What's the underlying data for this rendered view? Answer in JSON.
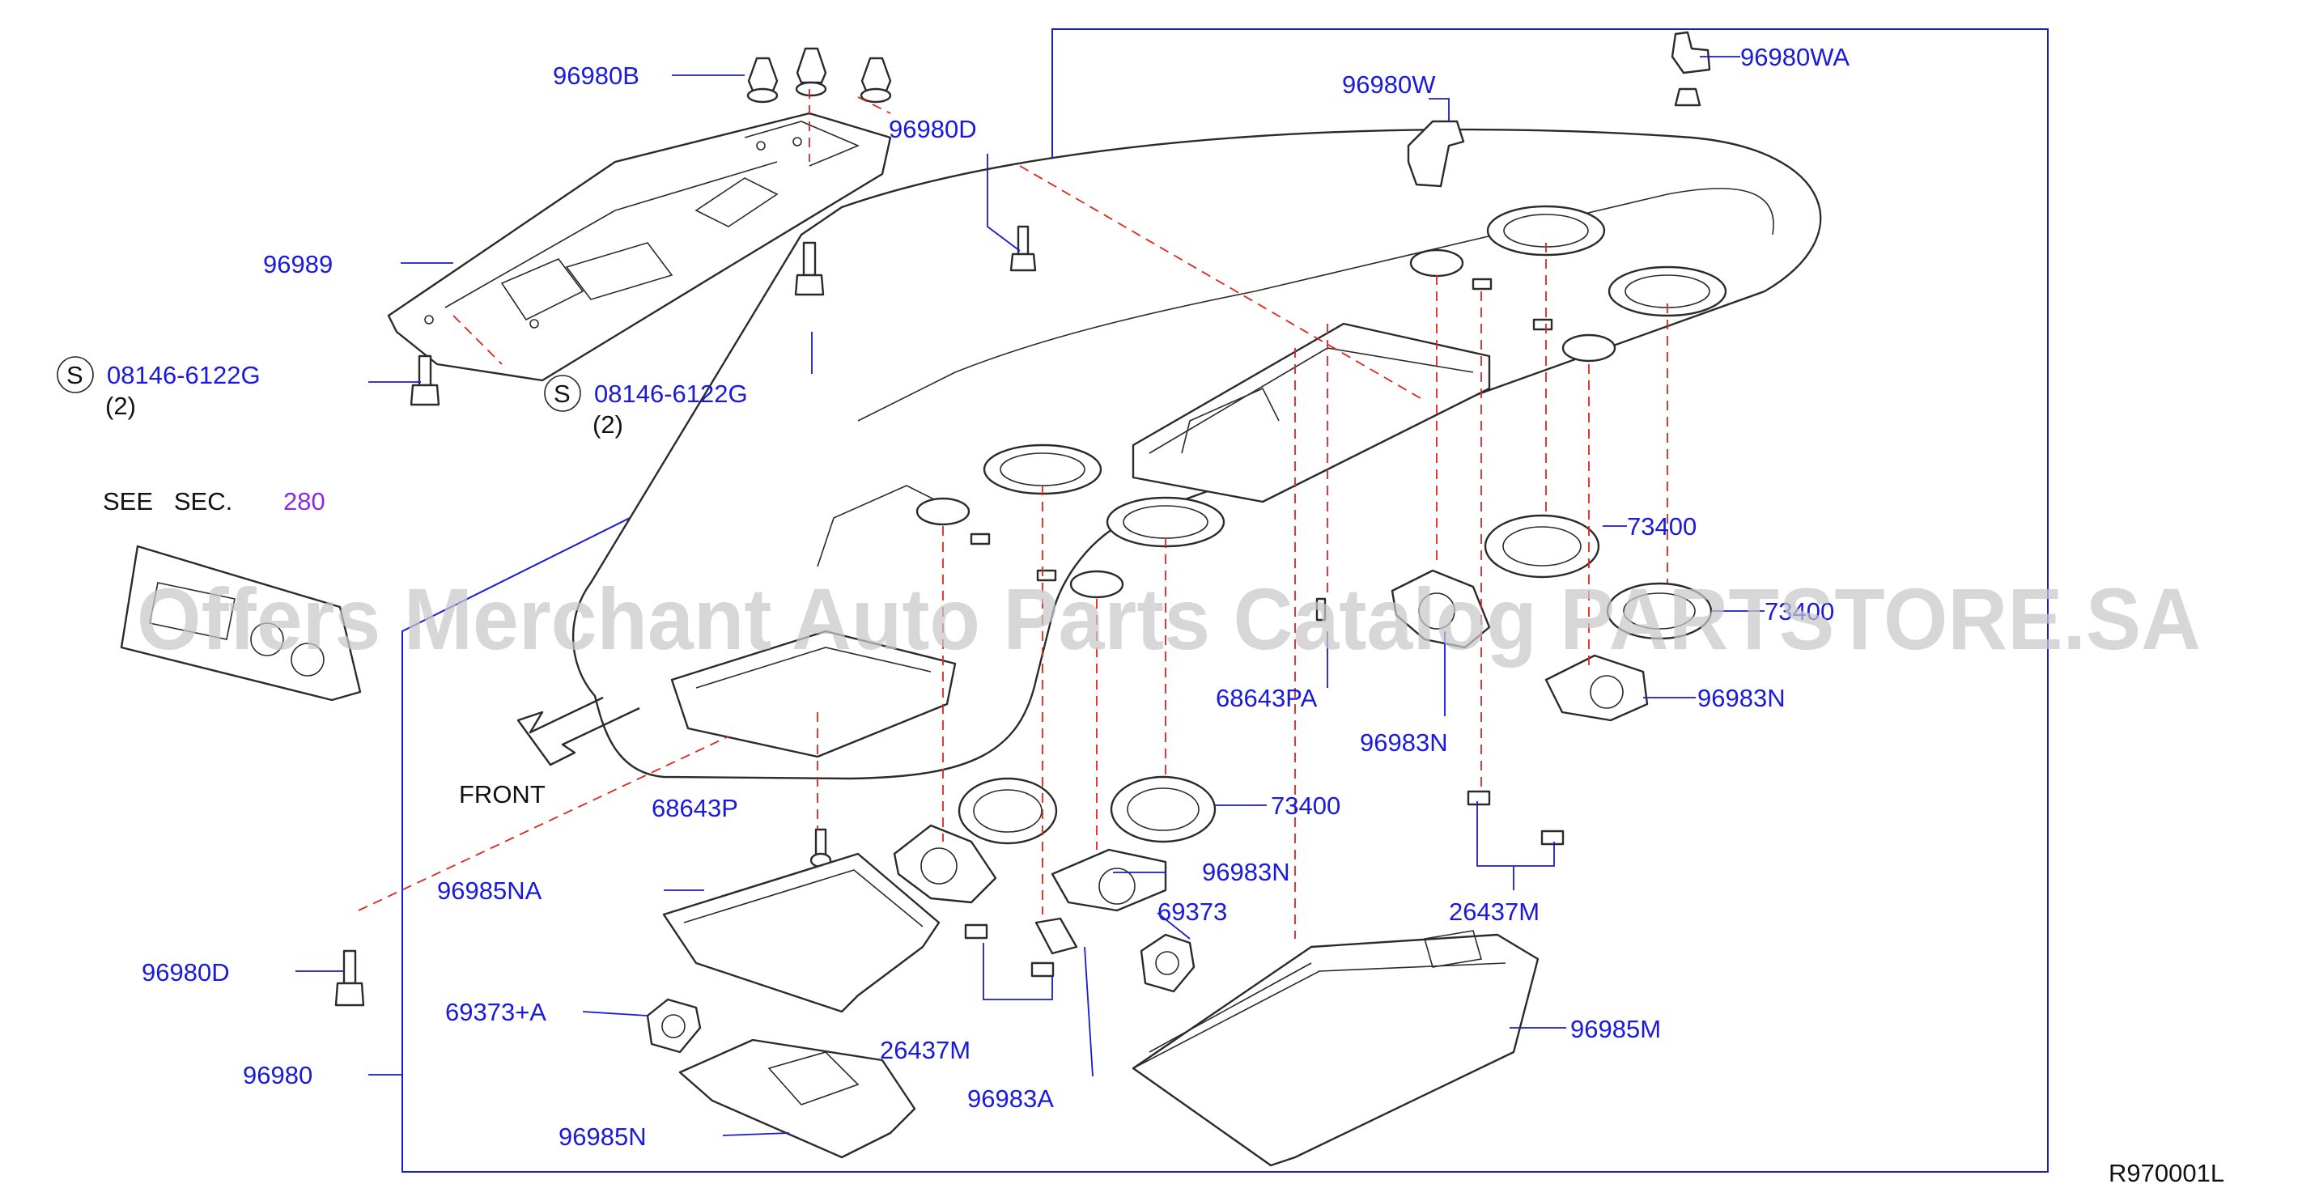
{
  "diagram_code": "R970001L",
  "watermark": "Offers Merchant Auto Parts Catalog PARTSTORE.SA",
  "see_section": {
    "text": "SEE   SEC.",
    "number": "280"
  },
  "direction_label": "FRONT",
  "screws": [
    {
      "symbol": "S",
      "part": "08146-6122G",
      "qty": "(2)"
    },
    {
      "symbol": "S",
      "part": "08146-6122G",
      "qty": "(2)"
    }
  ],
  "part_labels": [
    "96980B",
    "96980D",
    "96989",
    "96980W",
    "96980WA",
    "73400",
    "73400",
    "96983N",
    "96983N",
    "68643PA",
    "96983N",
    "73400",
    "68643P",
    "96985NA",
    "96980D",
    "69373",
    "26437M",
    "69373+A",
    "26437M",
    "96985M",
    "96980",
    "96983A",
    "96985N"
  ],
  "colors": {
    "label": "#1a1adb",
    "leader": "#1a1adb",
    "dashed_guide": "#e0241f",
    "section_ref": "#8a2be2",
    "text": "#111111"
  }
}
